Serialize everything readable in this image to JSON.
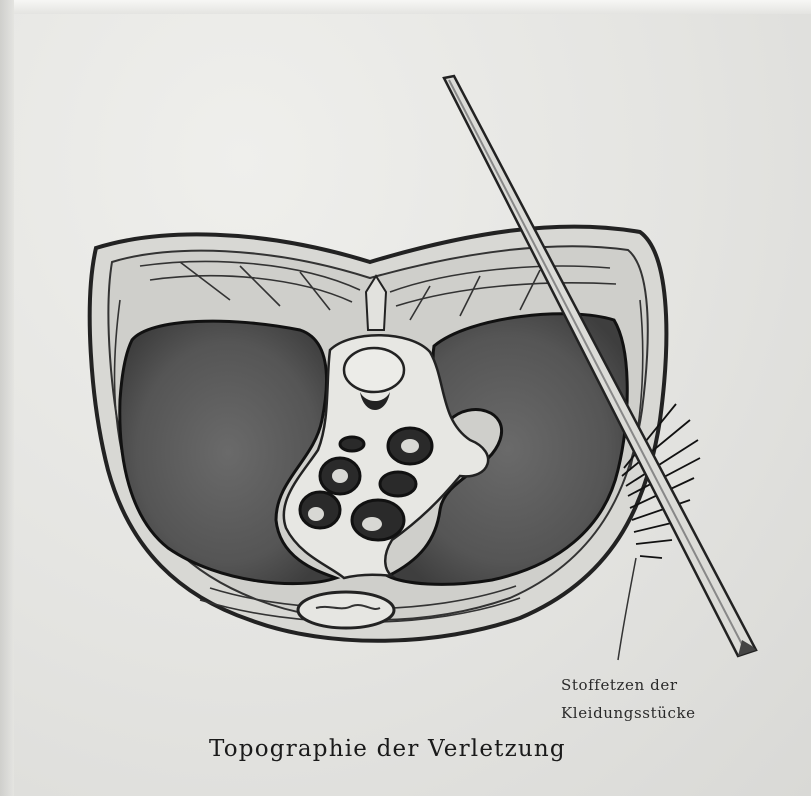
{
  "figure": {
    "title": "Topographie der Verletzung",
    "annotation_line1": "Stoffetzen der",
    "annotation_line2": "Kleidungsstücke"
  }
}
